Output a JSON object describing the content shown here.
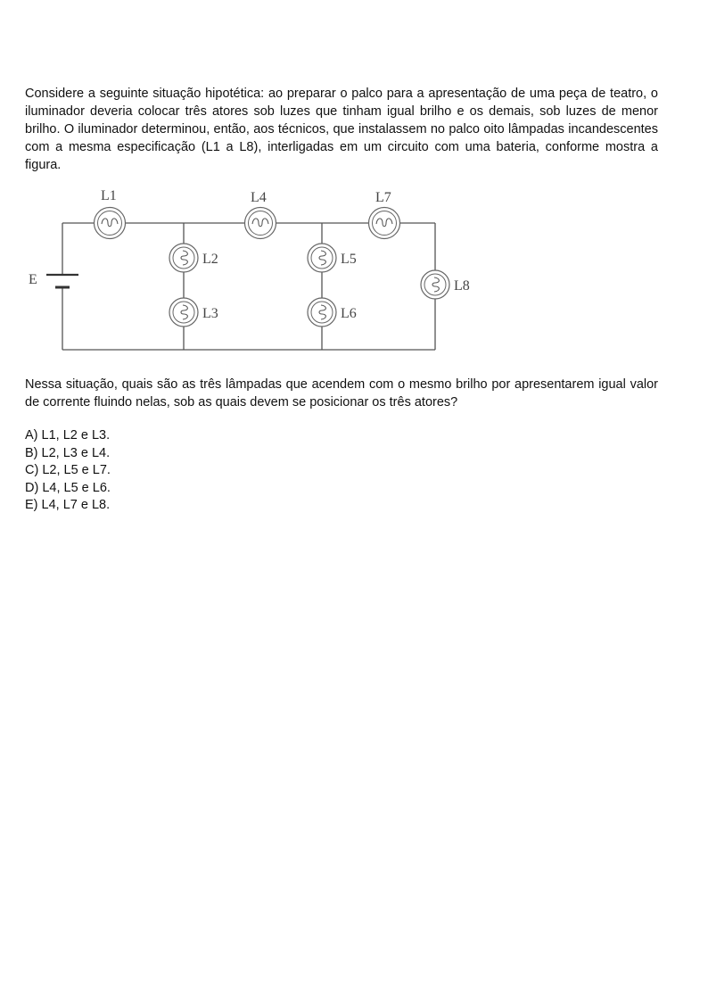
{
  "intro": "Considere a seguinte situação hipotética: ao preparar o palco para a apresentação de uma peça de teatro, o iluminador deveria colocar três atores sob luzes que tinham igual brilho e os demais, sob luzes de menor brilho. O iluminador determinou, então, aos técnicos, que instalassem no palco oito lâmpadas incandescentes com a mesma especificação (L1 a L8), interligadas em um circuito com uma bateria, conforme mostra a figura.",
  "circuit": {
    "battery_label": "E",
    "lamps": [
      "L1",
      "L2",
      "L3",
      "L4",
      "L5",
      "L6",
      "L7",
      "L8"
    ]
  },
  "question": "Nessa situação, quais são as três lâmpadas que acendem com o mesmo brilho por apresentarem igual valor de corrente fluindo nelas, sob as quais devem se posicionar os três atores?",
  "options": [
    "A) L1, L2 e L3.",
    "B) L2, L3 e L4.",
    "C) L2, L5 e L7.",
    "D) L4, L5 e L6.",
    "E) L4, L7 e L8."
  ]
}
